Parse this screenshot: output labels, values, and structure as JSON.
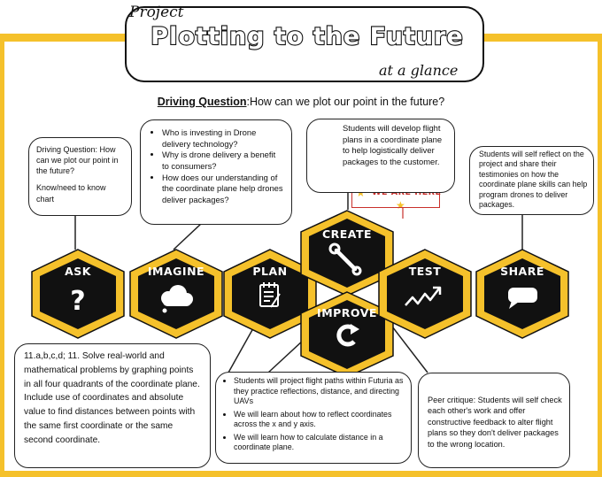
{
  "header": {
    "project": "Project",
    "title": "Plotting to the Future",
    "subtitle": "at a glance"
  },
  "driving_question": {
    "label": "Driving Question",
    "text": ":How can we plot our point in the future?"
  },
  "stages": {
    "ask": "ASK",
    "imagine": "IMAGINE",
    "plan": "PLAN",
    "create": "CREATE",
    "improve": "IMPROVE",
    "test": "TEST",
    "share": "SHARE"
  },
  "boxes": {
    "ask": {
      "line1": "Driving Question: How can we plot our point in the future?",
      "line2": "Know/need to know chart"
    },
    "imagine": {
      "bullets": [
        "Who is investing in Drone delivery technology?",
        "Why is drone delivery a benefit to consumers?",
        "How does our understanding of the coordinate plane help drones deliver packages?"
      ]
    },
    "create": {
      "text": "Students will develop flight plans in a coordinate plane to help logistically deliver packages to the customer."
    },
    "share": {
      "text": "Students will self reflect on the project and share their testimonies on how the coordinate plane skills  can help program drones to deliver packages."
    },
    "standard": {
      "text": "11.a,b,c,d; 11. Solve real-world and mathematical problems by graphing points in all four quadrants of the coordinate plane. Include use of coordinates and absolute value to find distances between points with the same first coordinate or the same second coordinate."
    },
    "plan": {
      "bullets": [
        "Students will project flight paths within Futuria as they practice reflections, distance, and directing UAVs",
        "We will learn about how to reflect coordinates across the x and y axis.",
        "We will learn how to calculate distance in a coordinate plane."
      ]
    },
    "test": {
      "text": "Peer critique: Students will self check each other's work and offer constructive feedback to alter flight plans so they don't deliver packages to the wrong location."
    }
  },
  "marker": {
    "text": "WE ARE HERE"
  },
  "colors": {
    "accent": "#f5c12b",
    "hex_fill": "#111111",
    "marker": "#c9302c"
  }
}
